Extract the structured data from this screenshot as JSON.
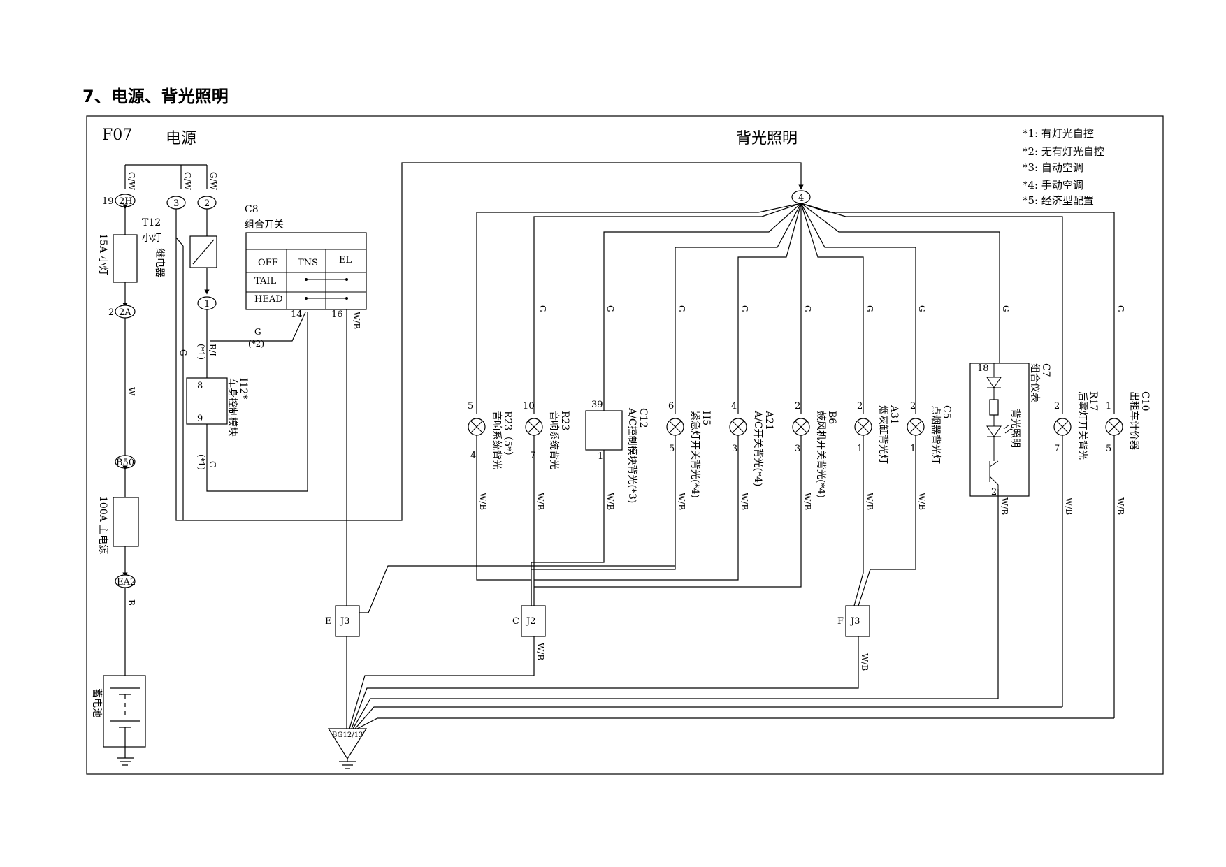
{
  "page_title": "7、电源、背光照明",
  "diagram_code": "F07",
  "power_section_title": "电源",
  "backlight_section_title": "背光照明",
  "notes": [
    "*1:  有灯光自控",
    "*2:  无有灯光自控",
    "*3:  自动空调",
    "*4:  手动空调",
    "*5:  经济型配置"
  ],
  "power": {
    "connector_2H": "2H",
    "pin_19": "19",
    "connector_3": "3",
    "connector_2": "2",
    "connector_1": "1",
    "connector_2A": "2A",
    "pin_2": "2",
    "connector_B50": "B50",
    "connector_EA2": "EA2",
    "wire_gw": "G/W",
    "wire_w": "W",
    "wire_b": "B",
    "wire_g": "G",
    "wire_rl": "R/L",
    "wire_wb": "W/B",
    "note_1": "(*1)",
    "note_2": "(*2)",
    "fuse_15a": "15A 小灯",
    "fuse_100a": "100A 主电源",
    "relay_code": "T12",
    "relay_name_1": "小灯",
    "relay_name_2": "继电器",
    "switch_code": "C8",
    "switch_name": "组合开关",
    "switch_cols": [
      "OFF",
      "TNS",
      "EL"
    ],
    "switch_rows": [
      "TAIL",
      "HEAD"
    ],
    "switch_pin_14": "14",
    "switch_pin_16": "16",
    "bcm_code": "I12*",
    "bcm_name": "车身控制模块",
    "bcm_pin_8": "8",
    "bcm_pin_9": "9",
    "battery": "蓄电池"
  },
  "backlight": {
    "hub_connector": "4",
    "wire_g": "G",
    "wire_wb": "W/B",
    "loads": [
      {
        "code": "R23（5*）",
        "name": "音响系统背光",
        "pin_top": "5",
        "pin_bottom": "4"
      },
      {
        "code": "R23",
        "name": "音响系统背光",
        "pin_top": "10",
        "pin_bottom": "7"
      },
      {
        "code": "C12",
        "name": "A/C控制模块背光(*3)",
        "pin_top": "39",
        "pin_bottom": "1"
      },
      {
        "code": "H5",
        "name": "紧急灯开关背光(*4)",
        "pin_top": "6",
        "pin_bottom": "5"
      },
      {
        "code": "A21",
        "name": "A/C开关背光(*4)",
        "pin_top": "4",
        "pin_bottom": "3"
      },
      {
        "code": "B6",
        "name": "鼓风机开关背光(*4)",
        "pin_top": "2",
        "pin_bottom": "3"
      },
      {
        "code": "A31",
        "name": "烟灰缸背光灯",
        "pin_top": "2",
        "pin_bottom": "1"
      },
      {
        "code": "C5",
        "name": "点烟器背光灯",
        "pin_top": "2",
        "pin_bottom": "1"
      },
      {
        "code": "C7",
        "name": "组合仪表",
        "inner_label": "背光照明",
        "pin_top": "18",
        "pin_bottom": "2"
      },
      {
        "code": "R17",
        "name": "后雾灯开关背光",
        "pin_top": "2",
        "pin_bottom": "7"
      },
      {
        "code": "C10",
        "name": "出租车计价器",
        "pin_top": "1",
        "pin_bottom": "5"
      }
    ],
    "junctions": [
      {
        "side": "E",
        "name": "J3"
      },
      {
        "side": "C",
        "name": "J2"
      },
      {
        "side": "F",
        "name": "J3"
      }
    ],
    "ground": "BG12/13"
  }
}
